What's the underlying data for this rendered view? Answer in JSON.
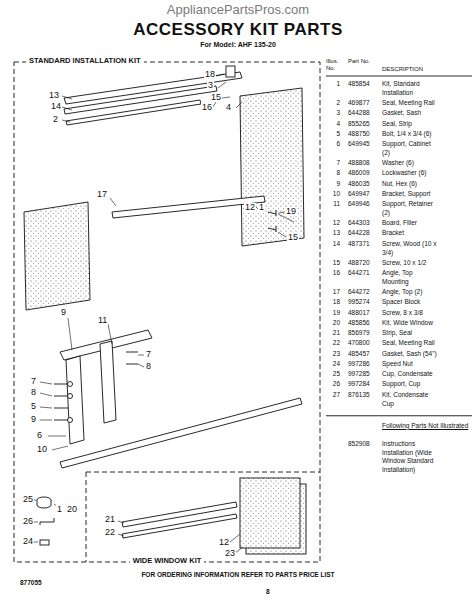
{
  "diagram": {
    "title": "ACCESSORY KIT PARTS",
    "labels": [
      "AppliancePartsPros.com",
      "For Model: AHF 135-20",
      "STANDARD INSTALLATION KIT",
      "Illus. No.",
      "Part No.",
      "DESCRIPTION",
      "1",
      "485854",
      "Kit, Standard Installation",
      "2",
      "469877",
      "Seal, Meeting Rail",
      "3",
      "644288",
      "Gasket, Sash",
      "4",
      "855265",
      "Seal, Strip",
      "5",
      "488750",
      "Bolt, 1/4 x 3/4 (6)",
      "6",
      "649945",
      "Support, Cabinet (2)",
      "7",
      "488808",
      "Washer (6)",
      "8",
      "486009",
      "Lockwasher (6)",
      "9",
      "486035",
      "Nut, Hex (6)",
      "10",
      "649947",
      "Bracket, Support",
      "11",
      "649946",
      "Support, Retainer (2)",
      "12",
      "644303",
      "Board, Filler",
      "13",
      "644228",
      "Bracket",
      "14",
      "487371",
      "Screw, Wood (10 x 3/4)",
      "15",
      "488720",
      "Screw, 10 x 1/2",
      "16",
      "644271",
      "Angle, Top Mounting",
      "17",
      "644272",
      "Angle, Top (2)",
      "18",
      "995274",
      "Spacer Block",
      "19",
      "488017",
      "Screw, 8 x 3/8",
      "20",
      "485856",
      "Kit, Wide Window",
      "21",
      "856979",
      "Strip, Seal",
      "22",
      "470800",
      "Seal, Meeting Rail",
      "23",
      "485457",
      "Gasket, Sash (54\")",
      "24",
      "997286",
      "Speed Nut",
      "25",
      "997285",
      "Cup, Condensate",
      "26",
      "997284",
      "Support, Cup",
      "27",
      "876135",
      "Kit, Condensate Cup",
      "Following Parts Not Illustrated",
      "852908",
      "Instructions Installation (Wide Window Standard Installation)",
      "WIDE WINDOW KIT",
      "FOR ORDERING INFORMATION REFER TO PARTS PRICE LIST",
      "877055",
      "8",
      "18",
      "3",
      "13",
      "14",
      "2",
      "15",
      "16",
      "4",
      "17",
      "12",
      "1",
      "19",
      "15",
      "9",
      "11",
      "7",
      "8",
      "7",
      "8",
      "5",
      "9",
      "6",
      "10",
      "21",
      "22",
      "12",
      "23",
      "25",
      "1",
      "20",
      "26",
      "24"
    ]
  }
}
